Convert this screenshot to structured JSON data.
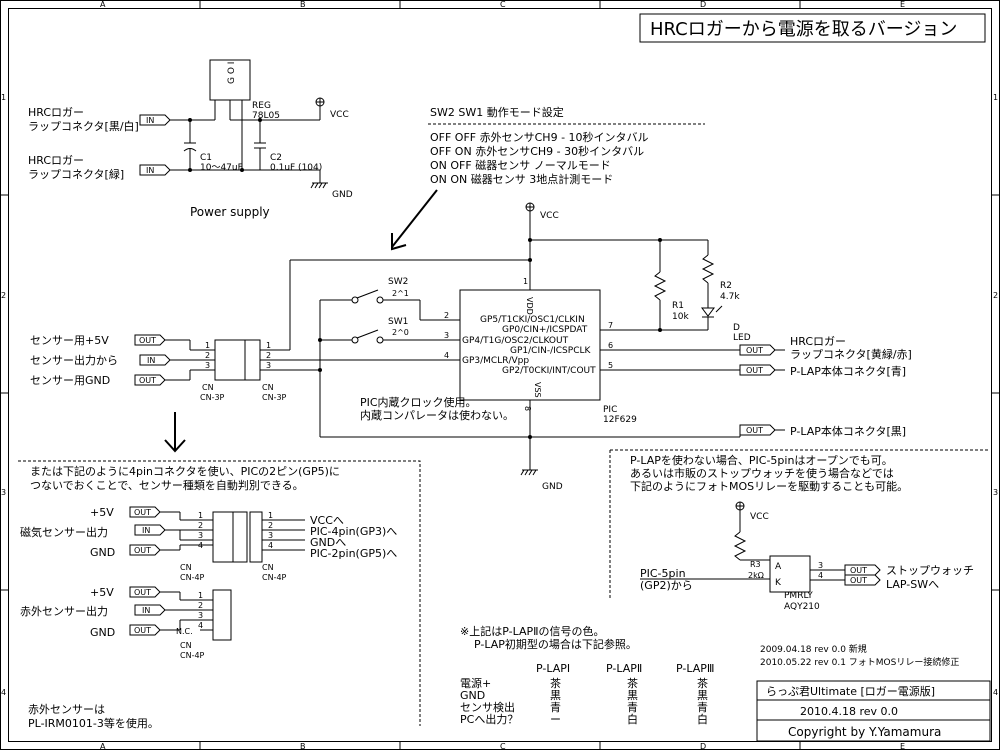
{
  "title": "HRCロガーから電源を取るバージョン",
  "grid": {
    "cols": [
      "A",
      "B",
      "C",
      "D",
      "E"
    ],
    "rows": [
      "1",
      "2",
      "3",
      "4"
    ]
  },
  "mode_table": {
    "header": "SW2  SW1   動作モード設定",
    "rows": [
      "OFF  OFF   赤外センサCH9 - 10秒インタバル",
      "OFF  ON    赤外センサCH9 - 30秒インタバル",
      "ON   OFF   磁器センサ ノーマルモード",
      "ON   ON    磁器センサ 3地点計測モード"
    ]
  },
  "power": {
    "label1a": "HRCロガー",
    "label1b": "ラップコネクタ[黒/白]",
    "label2a": "HRCロガー",
    "label2b": "ラップコネクタ[緑]",
    "in": "IN",
    "c1": "C1",
    "c1v": "10～47uF",
    "c2": "C2",
    "c2v": "0.1uF (104)",
    "reg": "REG",
    "regv": "78L05",
    "vcc": "VCC",
    "gnd": "GND",
    "caption": "Power supply",
    "pins": "G O I"
  },
  "main": {
    "vcc": "VCC",
    "gnd": "GND",
    "sensor5v": "センサー用+5V",
    "sensorout": "センサー出力から",
    "sensorgnd": "センサー用GND",
    "out": "OUT",
    "in": "IN",
    "cn": "CN",
    "cn3p": "CN-3P",
    "sw2": "SW2",
    "sw2v": "2^1",
    "sw1": "SW1",
    "sw1v": "2^0",
    "pic_pins": [
      "GP5/T1CKI/OSC1/CLKIN",
      "GP0/CIN+/ICSPDAT",
      "GP4/T1G/OSC2/CLKOUT",
      "GP1/CIN-/ICSPCLK",
      "GP3/MCLR/Vpp",
      "GP2/T0CKI/INT/COUT"
    ],
    "vdd": "VDD",
    "vss": "VSS",
    "pic": "PIC",
    "picv": "12F629",
    "note1": "PIC内蔵クロック使用。",
    "note2": "内蔵コンパレータは使わない。",
    "r1": "R1",
    "r1v": "10k",
    "r2": "R2",
    "r2v": "4.7k",
    "d": "D",
    "led": "LED",
    "out_hrc_a": "HRCロガー",
    "out_hrc_b": "ラップコネクタ[黄緑/赤]",
    "out_plap_blue": "P-LAP本体コネクタ[青]",
    "out_plap_black": "P-LAP本体コネクタ[黒]",
    "nums": [
      "1",
      "2",
      "3",
      "4",
      "5",
      "6",
      "7",
      "8"
    ]
  },
  "alt": {
    "text1": "または下記のように4pinコネクタを使い、PICの2ピン(GP5)に",
    "text2": "つないでおくことで、センサー種類を自動判別できる。",
    "mag": "磁気センサー出力",
    "ir": "赤外センサー出力",
    "p5v": "+5V",
    "gnd": "GND",
    "vcc_to": "VCCへ",
    "pic4": "PIC-4pin(GP3)へ",
    "gnd_to": "GNDへ",
    "pic2": "PIC-2pin(GP5)へ",
    "cn": "CN",
    "cn4p": "CN-4P",
    "nc": "N.C.",
    "ir_note1": "赤外センサーは",
    "ir_note2": "PL-IRM0101-3等を使用。"
  },
  "relay": {
    "text1": "P-LAPを使わない場合、PIC-5pinはオープンでも可。",
    "text2": "あるいは市販のストップウォッチを使う場合などでは",
    "text3": "下記のようにフォトMOSリレーを駆動することも可能。",
    "vcc": "VCC",
    "from1": "PIC-5pin",
    "from2": "(GP2)から",
    "r": "R3",
    "rv": "2kΩ",
    "a": "A",
    "k": "K",
    "p3": "3",
    "p4": "4",
    "part": "PMRLY",
    "partv": "AQY210",
    "to1": "ストップウォッチ",
    "to2": "LAP-SWへ"
  },
  "colors_note": {
    "line1": "※上記はP-LAPⅡの信号の色。",
    "line2": "P-LAP初期型の場合は下記参照。",
    "heads": [
      "P-LAPⅠ",
      "P-LAPⅡ",
      "P-LAPⅢ"
    ],
    "rows": [
      {
        "label": "電源+",
        "v": [
          "茶",
          "茶",
          "茶"
        ]
      },
      {
        "label": "GND",
        "v": [
          "黒",
          "黒",
          "黒"
        ]
      },
      {
        "label": "センサ検出",
        "v": [
          "青",
          "青",
          "青"
        ]
      },
      {
        "label": "PCへ出力？",
        "v": [
          "ー",
          "白",
          "白"
        ]
      }
    ]
  },
  "revision": {
    "r1": "2009.04.18  rev 0.0 新規",
    "r2": "2010.05.22  rev 0.1 フォトMOSリレー接続修正"
  },
  "titleblock": {
    "name": "らっぷ君Ultimate [ロガー電源版]",
    "date": "2010.4.18    rev 0.0",
    "copy": "Copyright by Y.Yamamura"
  }
}
